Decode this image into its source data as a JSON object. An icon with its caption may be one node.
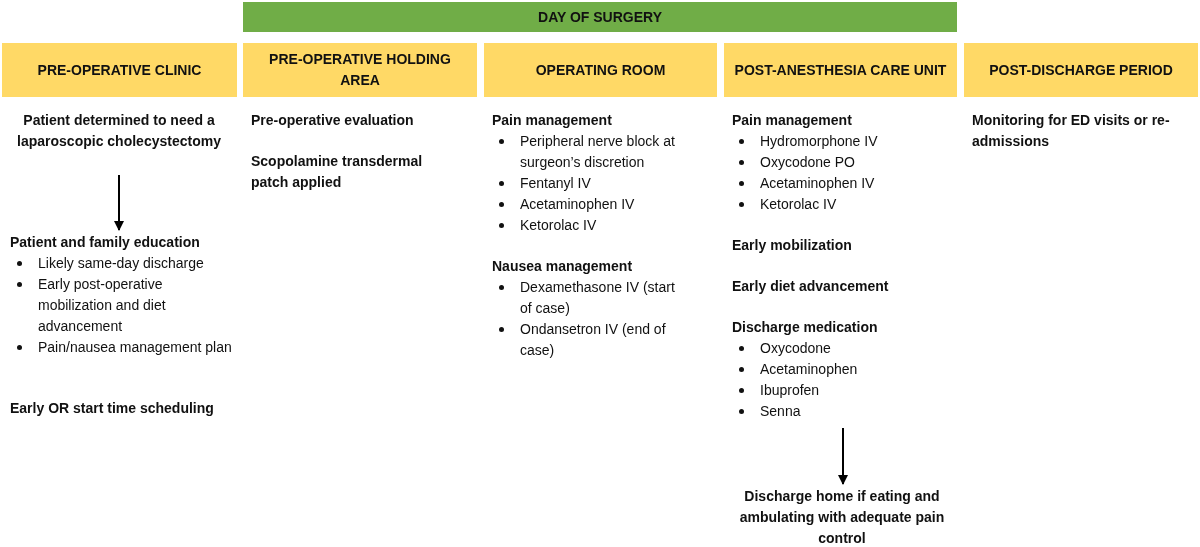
{
  "diagram": {
    "nodes": [
      {
        "text": [
          "DAY OF SURGERY"
        ]
      },
      {
        "text": [
          "PRE-OPERATIVE CLINIC"
        ]
      },
      {
        "text": [
          "PRE-OPERATIVE HOLDING AREA"
        ]
      },
      {
        "text": [
          "OPERATING ROOM"
        ]
      },
      {
        "text": [
          "POST-ANESTHESIA CARE UNIT"
        ]
      },
      {
        "text": [
          "POST-DISCHARGE PERIOD"
        ]
      },
      {
        "text": [
          "Patient determined to need a laparoscopic cholecystectomy"
        ]
      },
      {
        "text": [
          "Patient and family education",
          "Likely same-day discharge",
          "Early post-operative mobilization and diet advancement",
          "Pain/nausea management plan"
        ]
      },
      {
        "text": [
          "Pain management",
          "Hydromorphone IV",
          "Oxycodone PO",
          "Acetaminophen IV",
          "Ketorolac IV",
          "Early mobilization",
          "Early diet advancement",
          "Discharge medication",
          "Oxycodone",
          "Acetaminophen",
          "Ibuprofen",
          "Senna"
        ]
      },
      {
        "text": [
          "Discharge home if eating and ambulating with adequate pain control"
        ]
      }
    ],
    "edges": [
      {
        "from": 6,
        "to": 7,
        "arrow": "to"
      },
      {
        "from": 8,
        "to": 9,
        "arrow": "to"
      }
    ],
    "labels": [
      "Early OR start time scheduling",
      "Pre-operative evaluation",
      "Scopolamine transdermal patch applied",
      "Pain management",
      "Peripheral nerve block at surgeon’s discretion",
      "Fentanyl IV",
      "Acetaminophen IV",
      "Ketorolac IV",
      "Nausea management",
      "Dexamethasone IV (start of case)",
      "Ondansetron IV (end of case)",
      "Monitoring for ED visits or re-admissions"
    ]
  }
}
